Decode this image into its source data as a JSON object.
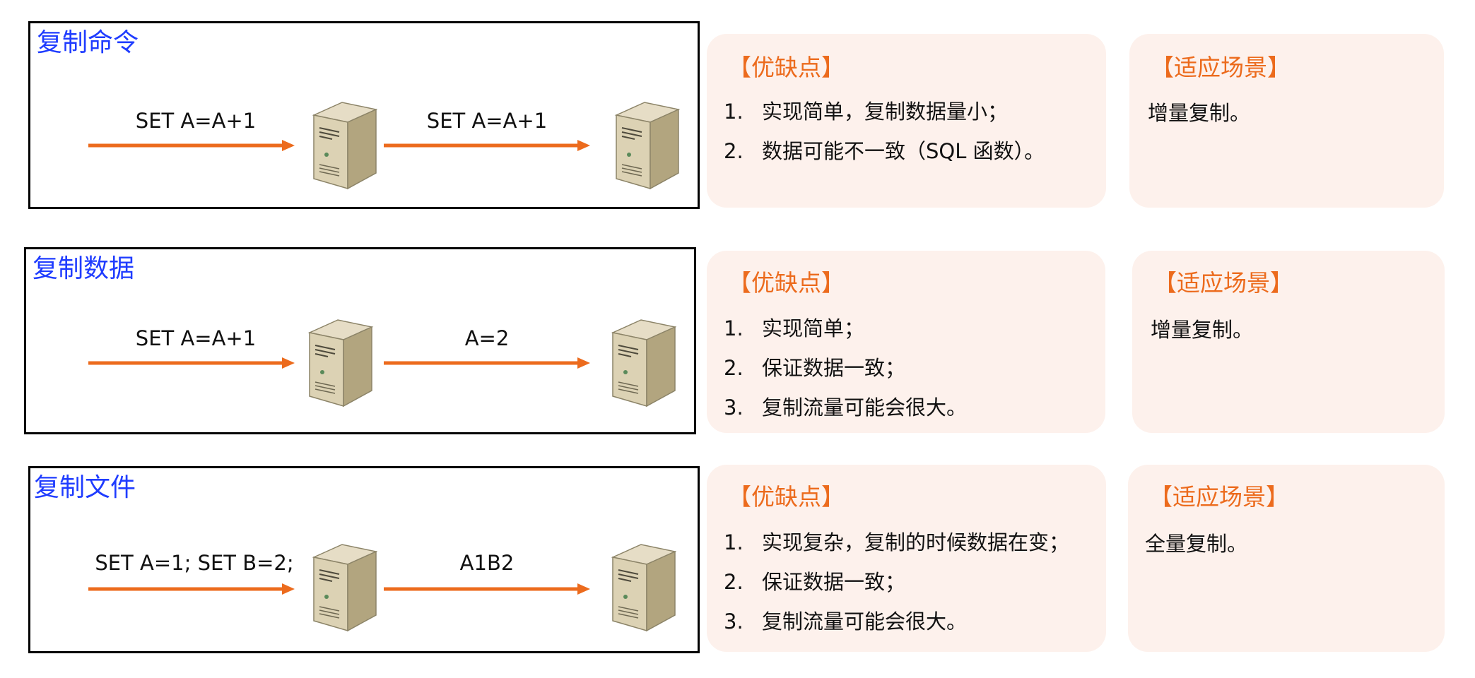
{
  "colors": {
    "title_blue": "#1f3cff",
    "arrow_orange": "#ec6b1d",
    "card_bg": "#fdf1ec",
    "heading_orange": "#ec6b1d"
  },
  "rows": [
    {
      "title": "复制命令",
      "arrow1_label": "SET A=A+1",
      "arrow2_label": "SET A=A+1",
      "pros_heading": "【优缺点】",
      "pros": [
        {
          "num": "1.",
          "text": "实现简单，复制数据量小；"
        },
        {
          "num": "2.",
          "text": "数据可能不一致（SQL 函数）。"
        }
      ],
      "scene_heading": "【适应场景】",
      "scene_text": "增量复制。"
    },
    {
      "title": "复制数据",
      "arrow1_label": "SET A=A+1",
      "arrow2_label": "A=2",
      "pros_heading": "【优缺点】",
      "pros": [
        {
          "num": "1.",
          "text": "实现简单；"
        },
        {
          "num": "2.",
          "text": "保证数据一致；"
        },
        {
          "num": "3.",
          "text": "复制流量可能会很大。"
        }
      ],
      "scene_heading": "【适应场景】",
      "scene_text": "增量复制。"
    },
    {
      "title": "复制文件",
      "arrow1_label": "SET A=1; SET B=2;",
      "arrow2_label": "A1B2",
      "pros_heading": "【优缺点】",
      "pros": [
        {
          "num": "1.",
          "text": "实现复杂，复制的时候数据在变；"
        },
        {
          "num": "2.",
          "text": "保证数据一致；"
        },
        {
          "num": "3.",
          "text": "复制流量可能会很大。"
        }
      ],
      "scene_heading": "【适应场景】",
      "scene_text": "全量复制。"
    }
  ]
}
